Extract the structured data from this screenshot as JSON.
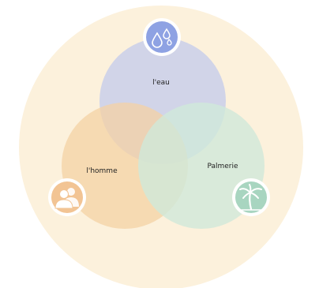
{
  "diagram": {
    "type": "venn",
    "background_color": "#FCF1DC",
    "circles": [
      {
        "label": "l'eau",
        "color": "#C9CFEA",
        "icon": "water-drops-icon",
        "icon_color": "#8EA2E3"
      },
      {
        "label": "l'homme",
        "color": "#F4D2A4",
        "icon": "people-icon",
        "icon_color": "#F2C494"
      },
      {
        "label": "Palmerie",
        "color": "#CFE8D9",
        "icon": "palm-tree-icon",
        "icon_color": "#A8D5C0"
      }
    ]
  }
}
